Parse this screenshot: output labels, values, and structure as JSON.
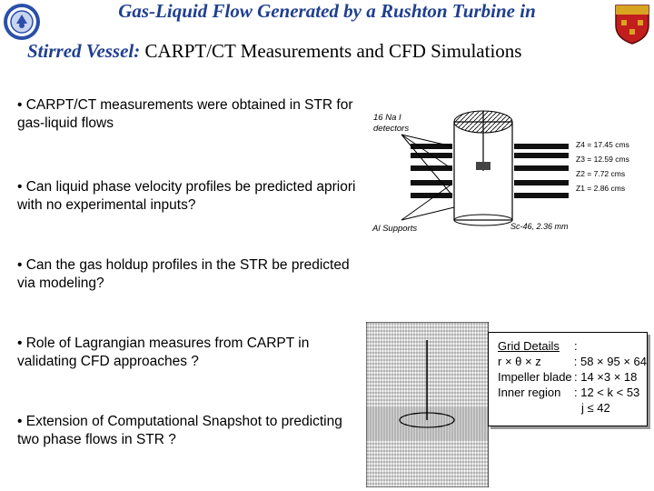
{
  "title": {
    "line1": "Gas-Liquid Flow Generated by a Rushton Turbine in",
    "line2_bold": "Stirred Vessel:",
    "line2_rest": " CARPT/CT Measurements and CFD Simulations"
  },
  "bullets": [
    "• CARPT/CT measurements were obtained in STR for gas-liquid flows",
    "• Can liquid phase velocity profiles be predicted apriori with no experimental inputs?",
    "• Can the gas holdup profiles in the STR be predicted via modeling?",
    "• Role of Lagrangian measures from CARPT in validating CFD approaches ?",
    "• Extension of Computational Snapshot to predicting two phase flows in STR ?"
  ],
  "diagram": {
    "detectors_label_1": "16 Na I",
    "detectors_label_2": "detectors",
    "supports_label": "Al Supports",
    "source_label": "Sc-46, 2.36 mm",
    "levels": [
      "Z4 = 17.45 cms",
      "Z3 = 12.59 cms",
      "Z2 = 7.72 cms",
      "Z1 = 2.86 cms"
    ]
  },
  "grid_details": {
    "heading": "Grid Details",
    "heading_colon": ":",
    "rows": [
      {
        "key": "r × θ × z",
        "value": ": 58 × 95 × 64"
      },
      {
        "key": "Impeller blade",
        "value": ": 14 ×3 × 18"
      },
      {
        "key": "Inner region",
        "value": ": 12 < k < 53"
      },
      {
        "key": "",
        "value": "j ≤ 42"
      }
    ]
  }
}
